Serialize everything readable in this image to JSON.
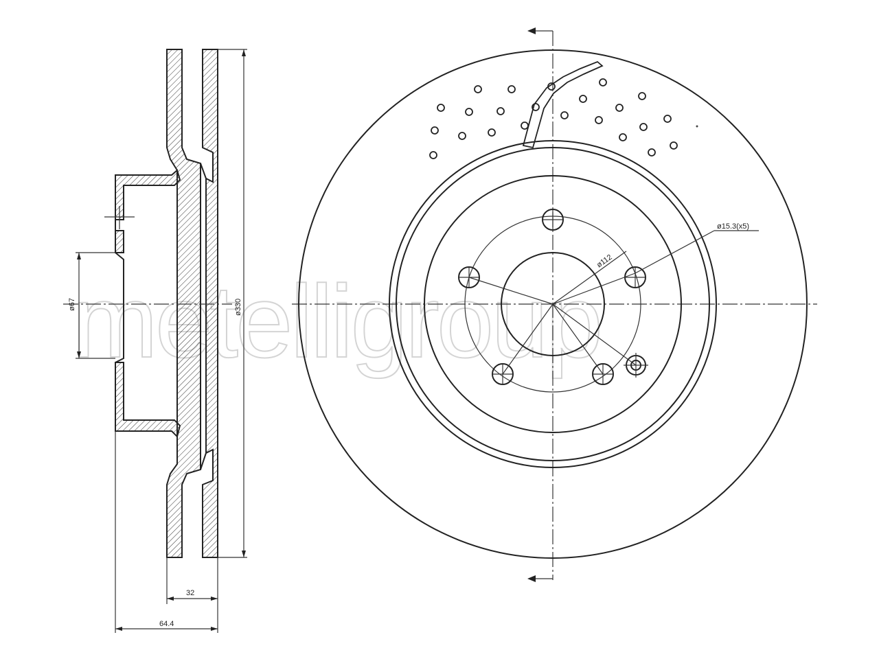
{
  "watermark": "metelligroup",
  "dimensions": {
    "hub_diameter": "ø67",
    "disc_diameter": "ø330",
    "disc_thickness": "32",
    "overall_height": "64.4",
    "pcd": "ø112",
    "bolt_holes": "ø15.3(x5)"
  }
}
